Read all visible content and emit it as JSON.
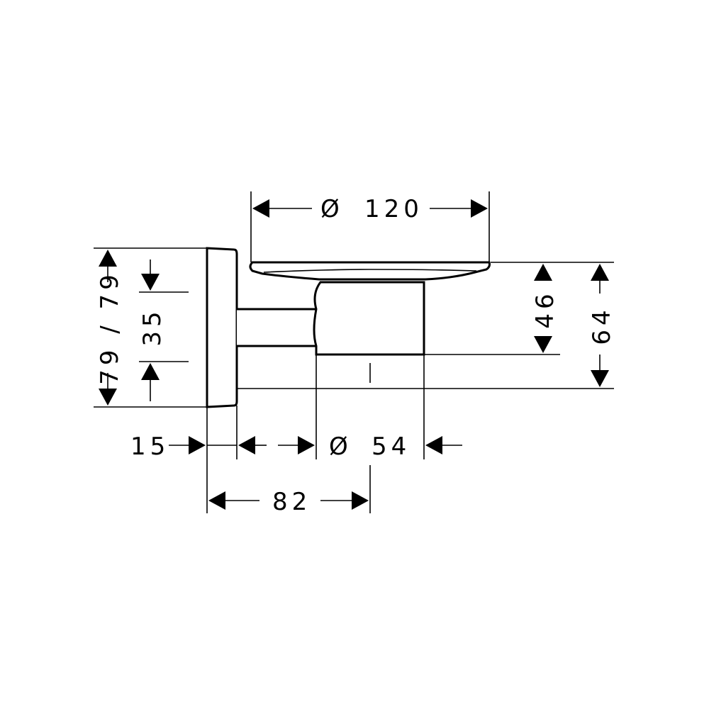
{
  "dimensions": {
    "plate_diameter": {
      "symbol": "Ø",
      "value": "120"
    },
    "cup_diameter": {
      "symbol": "Ø",
      "value": "54"
    },
    "projection_total": "82",
    "rosette_depth": "15",
    "rosette_height": "79 / 79",
    "mount_spacing": "35",
    "cup_height": "46",
    "total_height": "64"
  },
  "colors": {
    "line": "#000000",
    "background": "#ffffff"
  }
}
